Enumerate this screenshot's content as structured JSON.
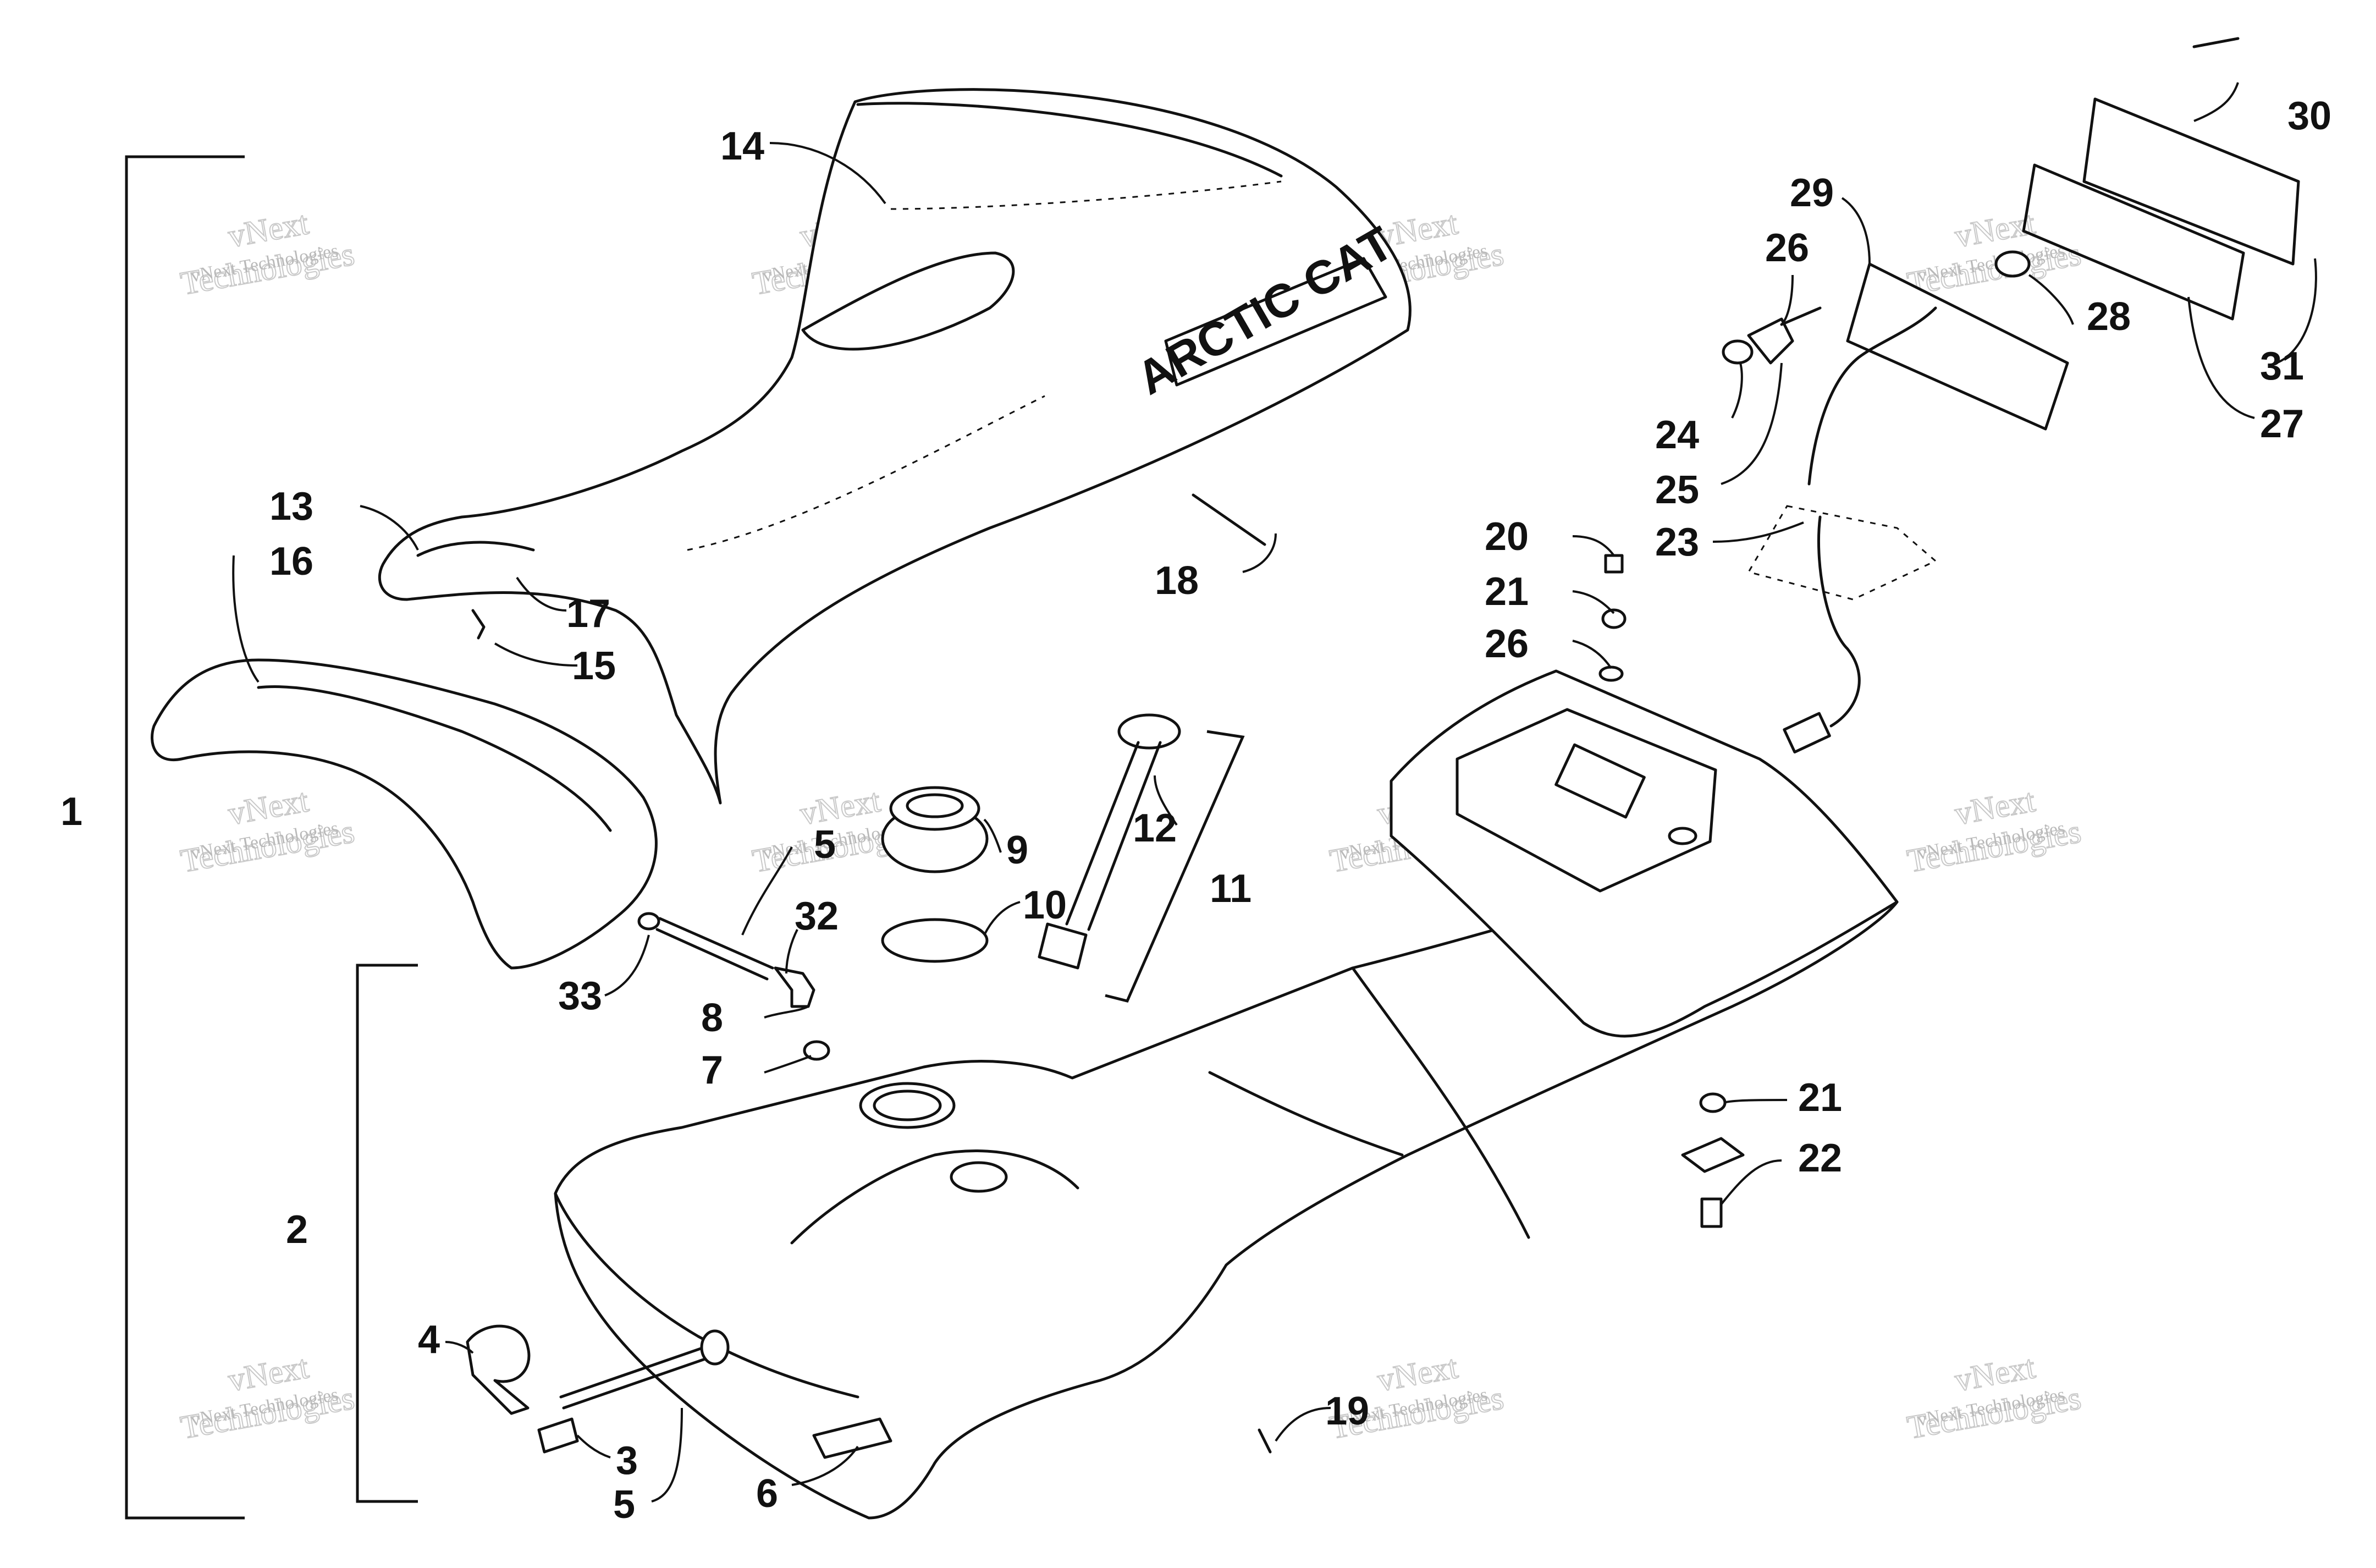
{
  "diagram": {
    "brand_logo": "ARCTIC CAT",
    "watermark": {
      "line1": "vNext",
      "line2": "Technologies",
      "full": "vNext Technologies"
    },
    "callouts": {
      "c1": "1",
      "c2": "2",
      "c3": "3",
      "c4": "4",
      "c5a": "5",
      "c5b": "5",
      "c6": "6",
      "c7": "7",
      "c8": "8",
      "c9": "9",
      "c10": "10",
      "c11": "11",
      "c12": "12",
      "c13": "13",
      "c14": "14",
      "c15": "15",
      "c16": "16",
      "c17": "17",
      "c18": "18",
      "c19": "19",
      "c20": "20",
      "c21a": "21",
      "c21b": "21",
      "c22": "22",
      "c23": "23",
      "c24": "24",
      "c25": "25",
      "c26a": "26",
      "c26b": "26",
      "c27": "27",
      "c28": "28",
      "c29": "29",
      "c30": "30",
      "c31": "31",
      "c32": "32",
      "c33": "33"
    }
  }
}
